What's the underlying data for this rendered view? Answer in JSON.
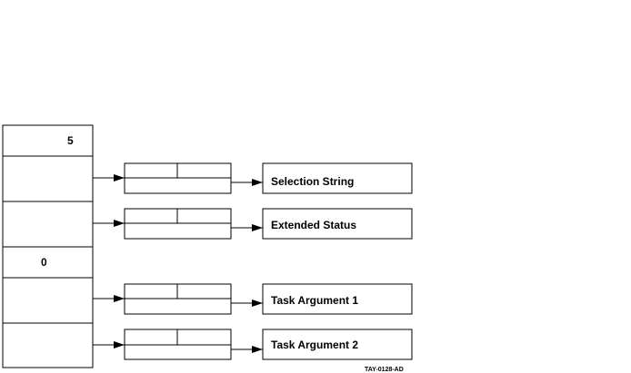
{
  "diagram": {
    "vector": {
      "count_value": "5",
      "zero_value": "0"
    },
    "descriptors": [
      {
        "label": "Selection String"
      },
      {
        "label": "Extended Status"
      },
      {
        "label": "Task Argument 1"
      },
      {
        "label": "Task Argument 2"
      }
    ],
    "figure_tag": "TAY-0128-AD"
  }
}
